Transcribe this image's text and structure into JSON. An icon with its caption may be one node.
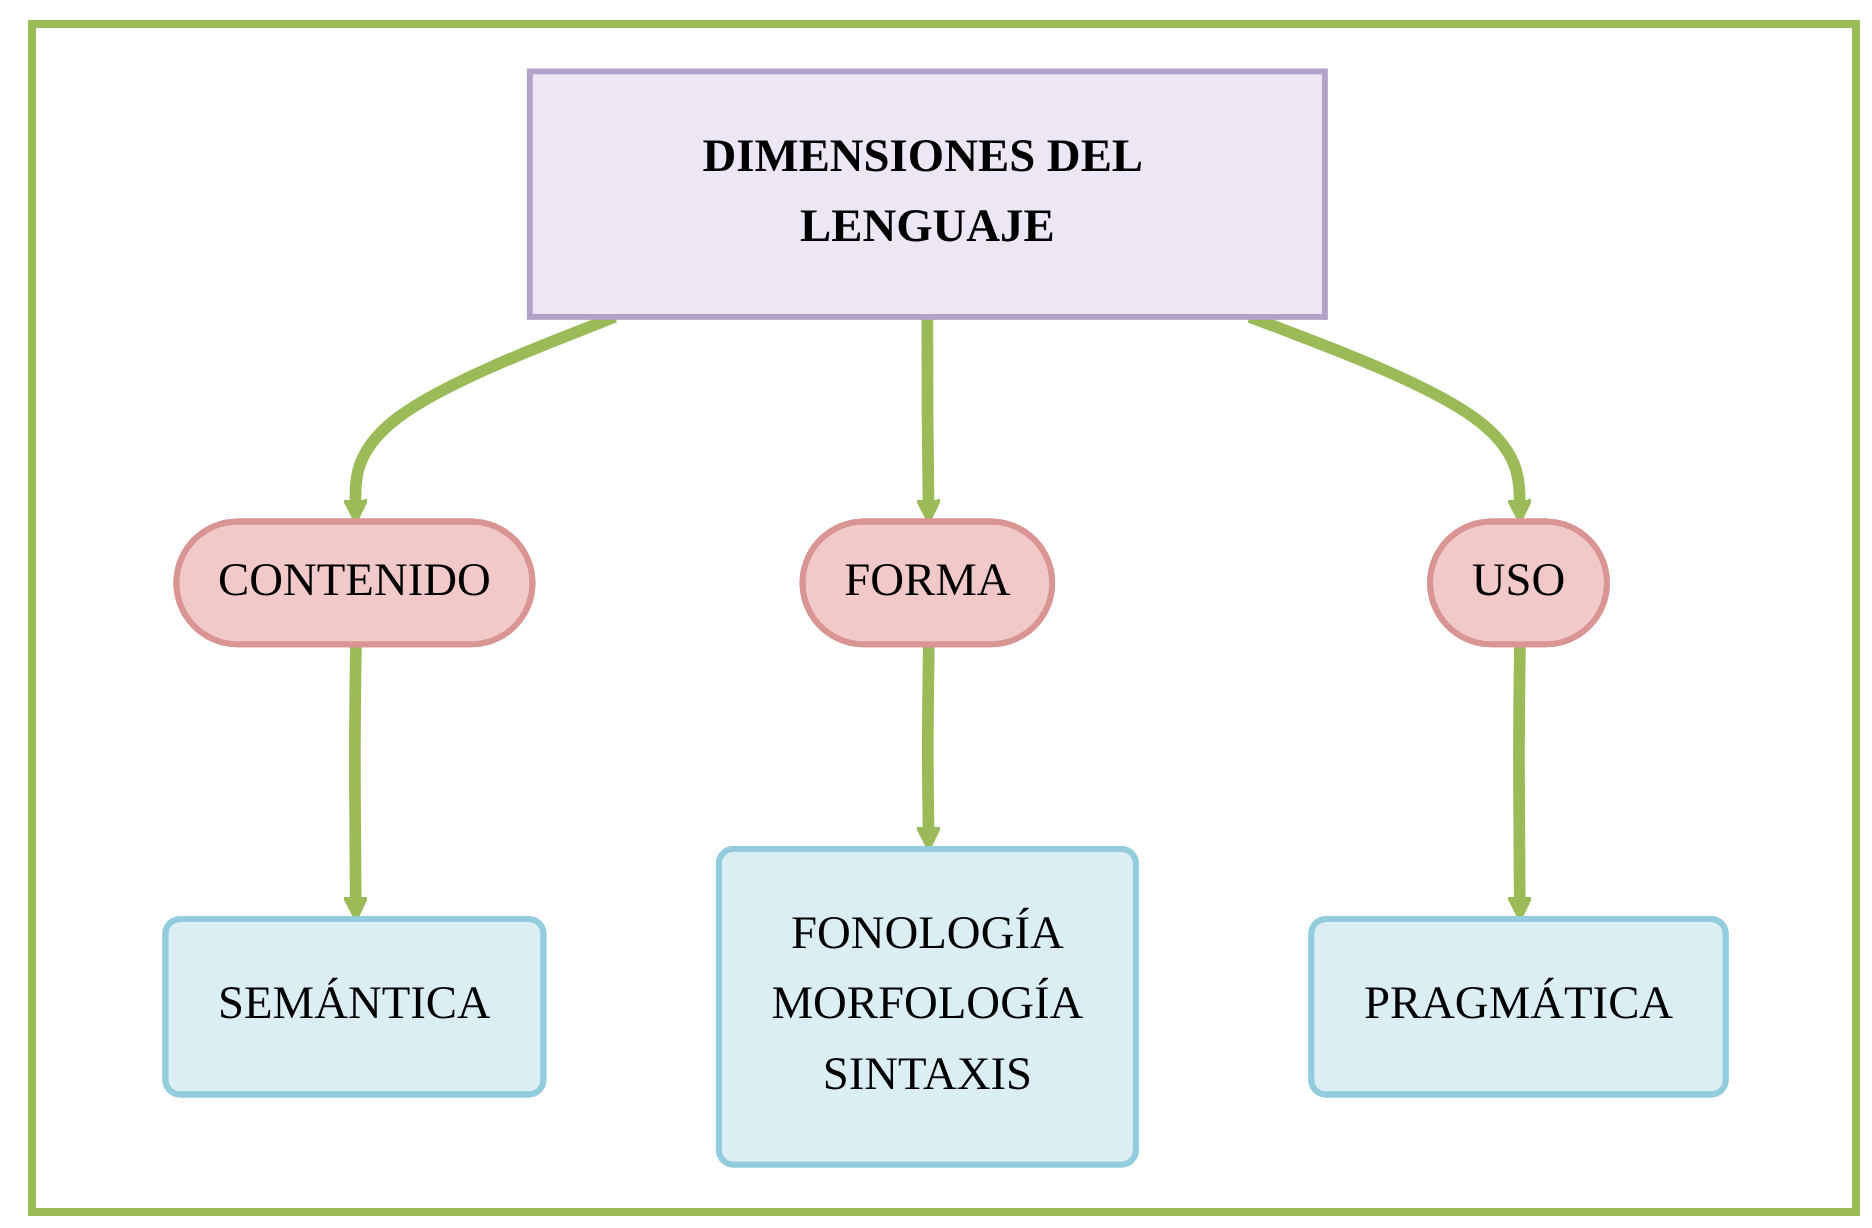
{
  "diagram": {
    "nodes": [
      {
        "text": [
          "DIMENSIONES DEL LENGUAJE"
        ]
      },
      {
        "text": [
          "CONTENIDO"
        ]
      },
      {
        "text": [
          "FORMA"
        ]
      },
      {
        "text": [
          "SEMÁNTICA"
        ]
      },
      {
        "text": [
          "USO"
        ]
      },
      {
        "text": [
          "FONOLOGÍA",
          "MORFOLOGÍA",
          "SINTAXIS"
        ]
      },
      {
        "text": [
          "PRAGMÁTICA"
        ]
      }
    ],
    "edges": [
      {
        "from": 0,
        "to": 1,
        "arrow": "to"
      },
      {
        "from": 0,
        "to": 2,
        "arrow": "to"
      },
      {
        "from": 0,
        "to": 4,
        "arrow": "to"
      },
      {
        "from": 1,
        "to": 3,
        "arrow": "to"
      },
      {
        "from": 2,
        "to": 5,
        "arrow": "to"
      },
      {
        "from": 4,
        "to": 6,
        "arrow": "to"
      }
    ]
  }
}
